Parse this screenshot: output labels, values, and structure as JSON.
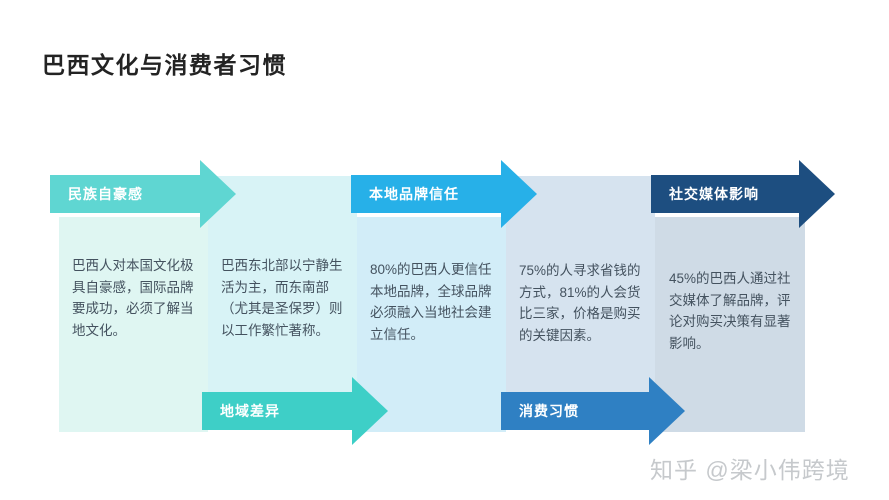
{
  "title": "巴西文化与消费者习惯",
  "watermark": "知乎 @梁小伟跨境",
  "colors": {
    "background": "#ffffff",
    "title_text": "#232323",
    "body_text": "#44525f",
    "arrow_label_text": "#ffffff",
    "watermark_text": "#c6c9cc"
  },
  "columns": [
    {
      "id": "national-pride",
      "bg": "#dff6f2",
      "text": "巴西人对本国文化极\n具自豪感，国际品牌\n要成功，必须了解当\n地文化。"
    },
    {
      "id": "regional-differences",
      "bg": "#d8f3f6",
      "text": "巴西东北部以宁静生\n活为主，而东南部\n（尤其是圣保罗）则\n以工作繁忙著称。"
    },
    {
      "id": "local-brand-trust",
      "bg": "#d2edf8",
      "text": "80%的巴西人更信任\n本地品牌，全球品牌\n必须融入当地社会建\n立信任。"
    },
    {
      "id": "consumption-habits",
      "bg": "#d6e3ef",
      "text": "75%的人寻求省钱的\n方式，81%的人会货\n比三家，价格是购买\n的关键因素。"
    },
    {
      "id": "social-media-influence",
      "bg": "#cfdbe6",
      "text": "45%的巴西人通过社\n交媒体了解品牌，评\n论对购买决策有显著\n影响。"
    }
  ],
  "arrows": [
    {
      "label": "民族自豪感",
      "color": "#5fd6d2",
      "side": "top"
    },
    {
      "label": "地域差异",
      "color": "#3ecfc7",
      "side": "bottom"
    },
    {
      "label": "本地品牌信任",
      "color": "#27b0e8",
      "side": "top"
    },
    {
      "label": "消费习惯",
      "color": "#2f80c3",
      "side": "bottom"
    },
    {
      "label": "社交媒体影响",
      "color": "#1d4e80",
      "side": "top"
    }
  ]
}
